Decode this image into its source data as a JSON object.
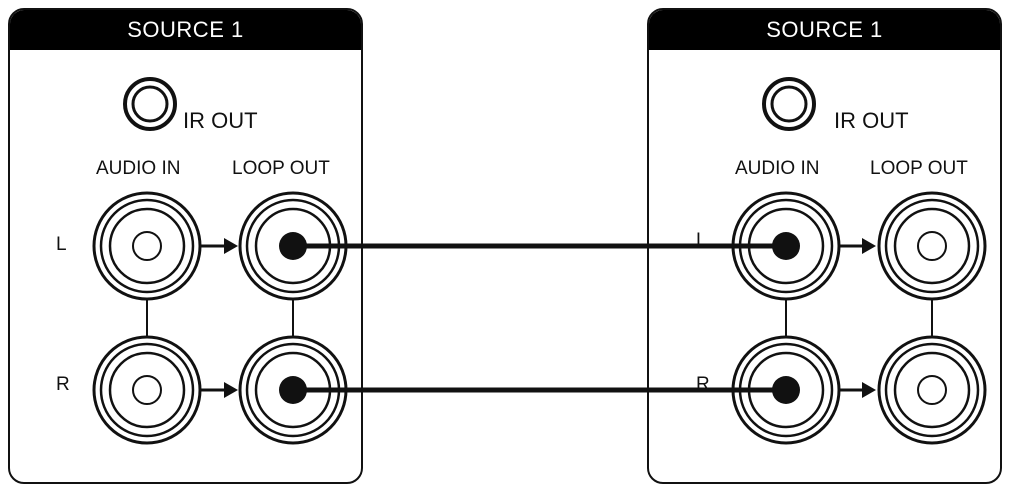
{
  "units": [
    {
      "header": "SOURCE 1",
      "ir_out_label": "IR OUT",
      "audio_in_label": "AUDIO IN",
      "loop_out_label": "LOOP OUT",
      "left_channel_label": "L",
      "right_channel_label": "R",
      "plugged": {
        "audio_in": false,
        "loop_out": true
      }
    },
    {
      "header": "SOURCE 1",
      "ir_out_label": "IR OUT",
      "audio_in_label": "AUDIO IN",
      "loop_out_label": "LOOP OUT",
      "left_channel_label": "L",
      "right_channel_label": "R",
      "plugged": {
        "audio_in": true,
        "loop_out": false
      }
    }
  ],
  "connections": [
    {
      "from": "unit1.loop_out.L",
      "to": "unit2.audio_in.L"
    },
    {
      "from": "unit1.loop_out.R",
      "to": "unit2.audio_in.R"
    }
  ],
  "colors": {
    "line": "#111111",
    "header_bg": "#000000",
    "header_text": "#ffffff"
  }
}
